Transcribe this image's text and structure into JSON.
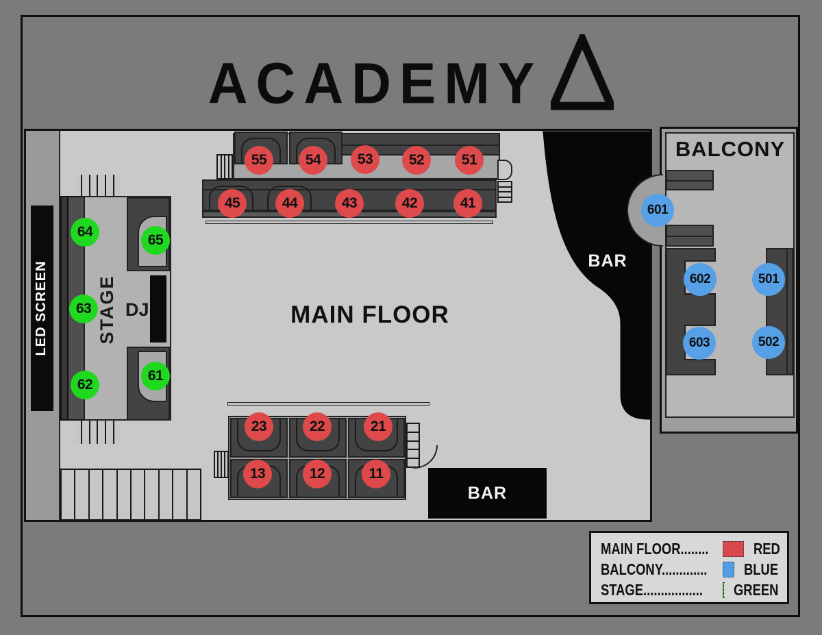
{
  "logo": {
    "text": "ACADEMY",
    "icon": "triangle-outline"
  },
  "map": {
    "main_floor_label": "MAIN FLOOR",
    "balcony_label": "BALCONY",
    "stage_label": "STAGE",
    "dj_label": "DJ",
    "led_screen_label": "LED SCREEN",
    "bar_right_label": "BAR",
    "bar_bottom_label": "BAR"
  },
  "tables": {
    "main_floor": [
      "55",
      "54",
      "53",
      "52",
      "51",
      "45",
      "44",
      "43",
      "42",
      "41",
      "23",
      "22",
      "21",
      "13",
      "12",
      "11"
    ],
    "stage": [
      "64",
      "63",
      "62",
      "65",
      "61"
    ],
    "balcony": [
      "601",
      "602",
      "603",
      "501",
      "502"
    ]
  },
  "colors": {
    "main_floor": "#de4a4c",
    "stage": "#21d821",
    "balcony": "#56a0e8"
  },
  "legend": {
    "rows": [
      {
        "label": "MAIN FLOOR........",
        "swatch": "#d9484d",
        "value": "RED"
      },
      {
        "label": "BALCONY.............",
        "swatch": "#529ee6",
        "value": "BLUE"
      },
      {
        "label": "STAGE.................",
        "swatch": "#1cdb1c",
        "value": "GREEN"
      }
    ]
  }
}
